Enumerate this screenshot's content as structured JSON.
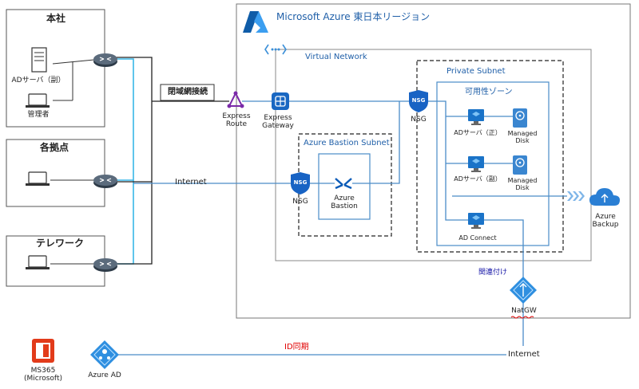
{
  "sites": {
    "hq": {
      "title": "本社",
      "server_label": "ADサーバ（副）",
      "admin_label": "管理者"
    },
    "branch": {
      "title": "各拠点"
    },
    "telework": {
      "title": "テレワーク"
    }
  },
  "closed_network_label": "閉域網接続",
  "internet_left_label": "Internet",
  "azure": {
    "region_title": "Microsoft Azure 東日本リージョン",
    "vnet_label": "Virtual Network",
    "expressroute_label": "Express\nRoute",
    "express_gateway_label": "Express\nGateway",
    "bastion_subnet_label": "Azure Bastion Subnet",
    "bastion_label": "Azure\nBastion",
    "nsg_text": "NSG",
    "nsg_bastion_label": "NSG",
    "nsg_private_label": "NSG",
    "private_subnet_label": "Private Subnet",
    "availability_zone_label": "可用性ゾーン",
    "ad_primary_label": "ADサーバ（正）",
    "ad_secondary_label": "ADサーバ（副）",
    "managed_disk_label_1": "Managed\nDisk",
    "managed_disk_label_2": "Managed\nDisk",
    "ad_connect_label": "AD Connect",
    "backup_label": "Azure\nBackup",
    "association_label": "関連付け",
    "natgw_label": "NatGW"
  },
  "bottom": {
    "ms365_label": "MS365\n(Microsoft)",
    "azure_ad_label": "Azure AD",
    "id_sync_label": "ID同期",
    "internet_right_label": "Internet"
  },
  "colors": {
    "azure_blue": "#0078d4",
    "line_blue": "#4a8cc8",
    "line_cyan": "#38b7e8",
    "router_gray": "#4a5a6a",
    "label_red": "#e00000",
    "expressroute_purple": "#7a2aa8"
  },
  "icons": {
    "server": "server-icon",
    "laptop": "laptop-icon",
    "router": "router-icon",
    "vm": "virtual-machine-icon",
    "disk": "managed-disk-icon",
    "nsg": "shield-icon",
    "cloud": "cloud-icon",
    "office": "office365-icon"
  }
}
